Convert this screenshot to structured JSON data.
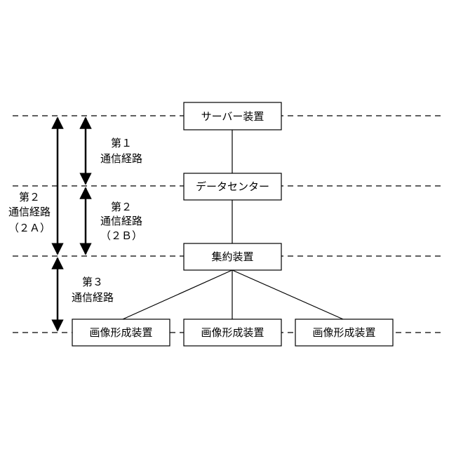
{
  "nodes": {
    "server": "サーバー装置",
    "datacenter": "データセンター",
    "aggregator": "集約装置",
    "image_forming": [
      "画像形成装置",
      "画像形成装置",
      "画像形成装置"
    ]
  },
  "paths": {
    "first": [
      "第１",
      "通信経路"
    ],
    "second_b": [
      "第２",
      "通信経路",
      "（２Ｂ）"
    ],
    "second_a": [
      "第２",
      "通信経路",
      "（２Ａ）"
    ],
    "third": [
      "第３",
      "通信経路"
    ]
  },
  "colors": {
    "line": "#000000",
    "background": "#ffffff"
  }
}
